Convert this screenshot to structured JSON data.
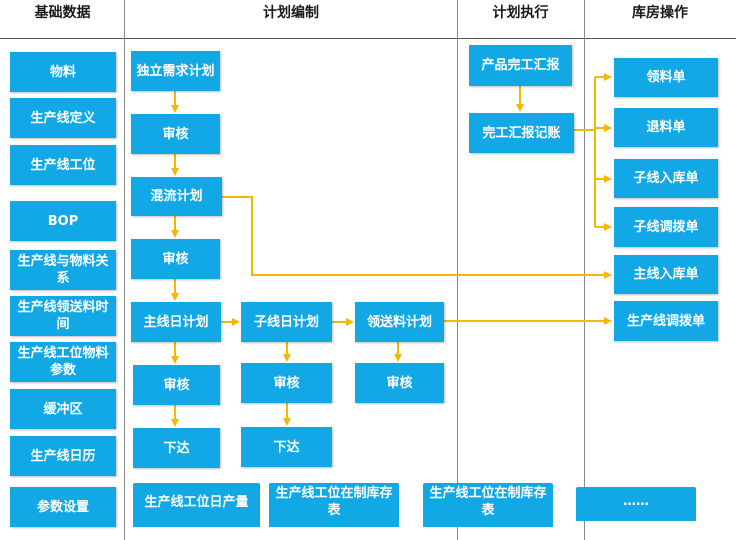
{
  "headers": {
    "basic": "基础数据",
    "planning": "计划编制",
    "execution": "计划执行",
    "warehouse": "库房操作"
  },
  "basic_items": {
    "material": "物料",
    "line_definition": "生产线定义",
    "line_station": "生产线工位",
    "bop": "BOP",
    "line_material_relation": "生产线与物料关系",
    "line_delivery_time": "生产线领送料时间",
    "station_material_params": "生产线工位物料参数",
    "buffer_zone": "缓冲区",
    "line_calendar": "生产线日历",
    "parameter_settings": "参数设置"
  },
  "planning": {
    "independent_demand_plan": "独立需求计划",
    "review_1": "审核",
    "mixed_flow_plan": "混流计划",
    "review_2": "审核",
    "main_line_daily_plan": "主线日计划",
    "review_3": "审核",
    "issue_1": "下达",
    "sub_line_daily_plan": "子线日计划",
    "review_4": "审核",
    "issue_2": "下达",
    "delivery_plan": "领送料计划",
    "review_5": "审核"
  },
  "execution": {
    "product_completion_report": "产品完工汇报",
    "completion_report_ledger": "完工汇报记账"
  },
  "warehouse": {
    "picking_order": "领料单",
    "return_order": "退料单",
    "sub_line_inbound": "子线入库单",
    "sub_line_transfer": "子线调拨单",
    "main_line_inbound": "主线入库单",
    "line_transfer": "生产线调拨单"
  },
  "reports": {
    "station_daily_output": "生产线工位日产量",
    "station_wip_1": "生产线工位在制库存表",
    "station_wip_2": "生产线工位在制库存表",
    "more": "……"
  },
  "colors": {
    "box": "#12a8e6",
    "arrow": "#f5b800"
  }
}
